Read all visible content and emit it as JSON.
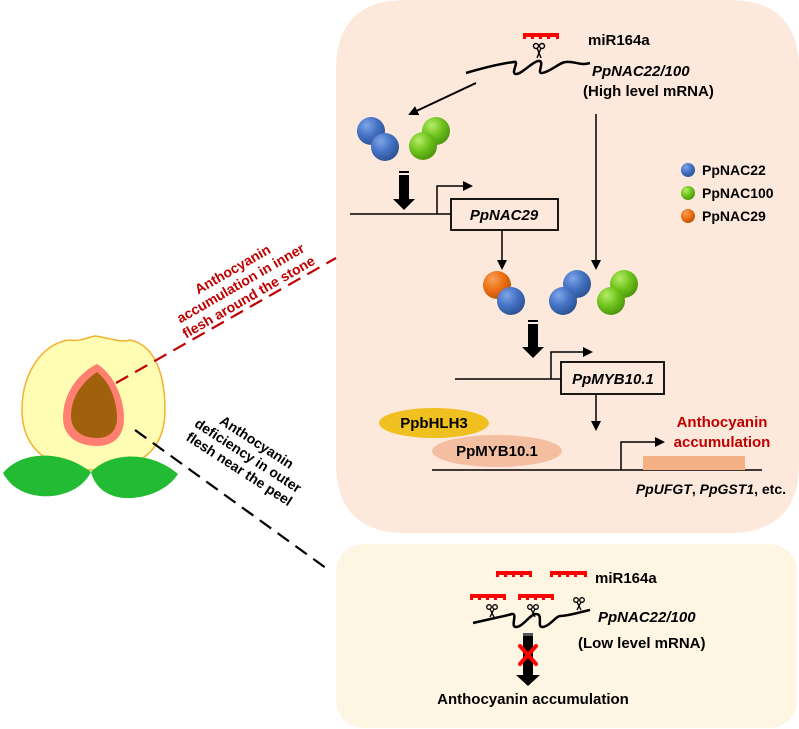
{
  "colors": {
    "top_panel": "#fde9dc",
    "bottom_panel": "#fef6e2",
    "mirna": "#ff0000",
    "pp_nac22": "#4472c4",
    "pp_nac100": "#70c41c",
    "pp_nac29": "#ed7014",
    "highlight_text": "#c00000",
    "bhlh3": "#f0c020",
    "myb10": "#f4bfa0",
    "gene_block": "#f4b183",
    "peach_flesh": "#fffcb4",
    "peach_outline": "#f4b030",
    "inner_flesh": "#ff8070",
    "stone": "#a0600c",
    "leaf": "#22bb33"
  },
  "top_panel": {
    "mirna_label": "miR164a",
    "mrna_gene": "PpNAC22/100",
    "mrna_level": "(High level mRNA)",
    "legend": [
      {
        "label": "PpNAC22",
        "color_key": "pp_nac22"
      },
      {
        "label": "PpNAC100",
        "color_key": "pp_nac100"
      },
      {
        "label": "PpNAC29",
        "color_key": "pp_nac29"
      }
    ],
    "gene_nac29": "PpNAC29",
    "gene_myb10": "PpMYB10.1",
    "protein_bhlh3": "PpbHLH3",
    "protein_myb10": "PpMYB10.1",
    "outcome_line1": "Anthocyanin",
    "outcome_line2": "accumulation",
    "target_genes_italic_1": "PpUFGT",
    "target_genes_sep": ", ",
    "target_genes_italic_2": "PpGST1",
    "target_genes_tail": ", etc."
  },
  "bottom_panel": {
    "mirna_label": "miR164a",
    "mrna_gene": "PpNAC22/100",
    "mrna_level": "(Low level mRNA)",
    "outcome": "Anthocyanin accumulation"
  },
  "peach": {
    "inner_label": [
      "Anthocyanin",
      "accumulation in inner",
      "flesh around the stone"
    ],
    "outer_label": [
      "Anthocyanin",
      "deficiency in outer",
      "flesh near the peel"
    ]
  }
}
